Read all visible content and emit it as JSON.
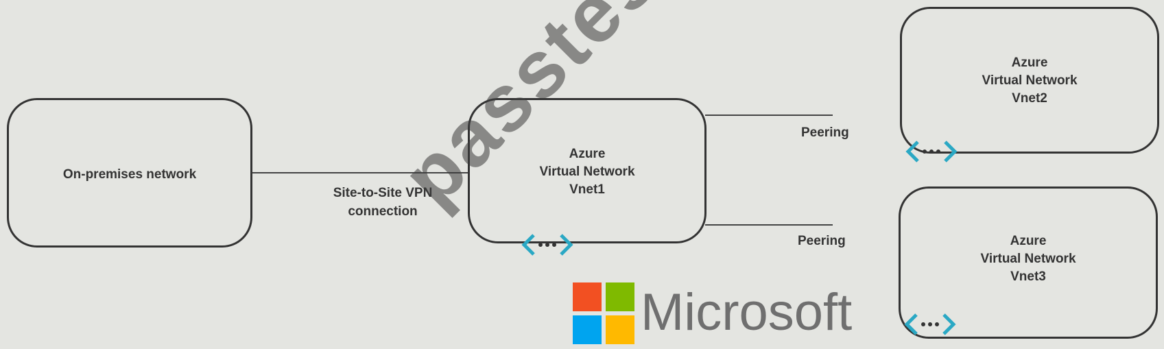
{
  "nodes": {
    "onprem": {
      "lines": [
        "On-premises network"
      ]
    },
    "vnet1": {
      "lines": [
        "Azure",
        "Virtual Network",
        "Vnet1"
      ]
    },
    "vnet2": {
      "lines": [
        "Azure",
        "Virtual Network",
        "Vnet2"
      ]
    },
    "vnet3": {
      "lines": [
        "Azure",
        "Virtual Network",
        "Vnet3"
      ]
    }
  },
  "edges": {
    "vpn": {
      "line1": "Site-to-Site VPN",
      "line2": "connection"
    },
    "peering_top": {
      "label": "Peering"
    },
    "peering_bottom": {
      "label": "Peering"
    }
  },
  "icons": {
    "vnet": "virtual-network-icon",
    "logo": "microsoft-logo"
  },
  "logo": {
    "wordmark": "Microsoft",
    "colors": [
      "#f25022",
      "#7fba00",
      "#00a4ef",
      "#ffb900"
    ]
  },
  "watermark": {
    "text": "passtest.jp"
  },
  "colors": {
    "icon_accent": "#2aa8c4",
    "line": "#444444",
    "background": "#e4e5e1"
  }
}
